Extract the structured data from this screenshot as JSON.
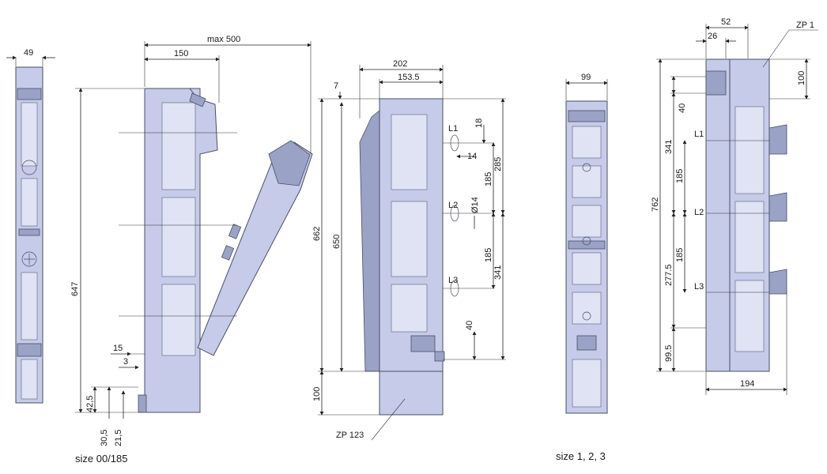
{
  "captions": {
    "size_a": "size 00/185",
    "size_b": "size 1, 2, 3"
  },
  "view1": {
    "width": "49"
  },
  "view2": {
    "max_width": "max 500",
    "width": "150",
    "height": "647",
    "d15": "15",
    "d3": "3",
    "d42": "42,5",
    "d30": "30,5",
    "d21": "21,5"
  },
  "view3": {
    "w202": "202",
    "w153": "153.5",
    "d7": "7",
    "h662": "662",
    "h650": "650",
    "h100": "100",
    "d18": "18",
    "d14": "14",
    "d285": "285",
    "d185a": "185",
    "dia14": "Ø14",
    "d185b": "185",
    "d341": "341",
    "d40": "40",
    "phase1": "L1",
    "phase2": "L2",
    "phase3": "L3",
    "zp": "ZP 123"
  },
  "view4": {
    "width": "99"
  },
  "view5": {
    "w52": "52",
    "w26": "26",
    "zp": "ZP 1",
    "h100": "100",
    "d40": "40",
    "d341": "341",
    "d185a": "185",
    "d185b": "185",
    "d277": "277.5",
    "d99": "99.5",
    "h762": "762",
    "w194": "194",
    "phase1": "L1",
    "phase2": "L2",
    "phase3": "L3"
  },
  "colors": {
    "body": "#c5cbe8",
    "dark": "#9aa2c6",
    "light": "#dfe3f4",
    "line": "#222222"
  }
}
